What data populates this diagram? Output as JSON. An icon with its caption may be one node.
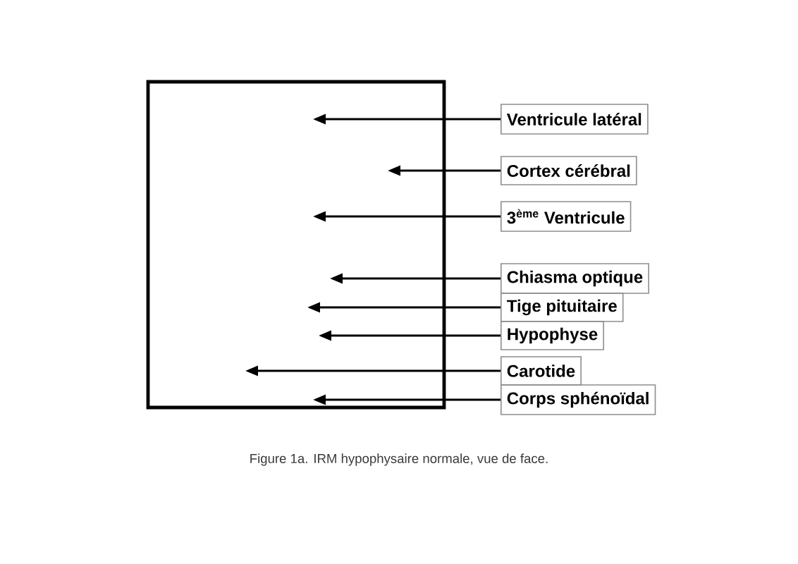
{
  "diagram": {
    "caption": "Figure 1a. IRM hypophysaire normale, vue de face.",
    "nodes": [
      {
        "text": [],
        "shape": "box"
      },
      {
        "text": [
          "Ventricule latéral"
        ]
      },
      {
        "text": [
          "Cortex cérébral"
        ]
      },
      {
        "text": [
          "3$^{ème}$ Ventricule"
        ]
      },
      {
        "text": [
          "Chiasma optique"
        ]
      },
      {
        "text": [
          "Tige pituitaire"
        ]
      },
      {
        "text": [
          "Hypophyse"
        ]
      },
      {
        "text": [
          "Carotide"
        ]
      },
      {
        "text": [
          "Corps sphénoïdal"
        ]
      }
    ],
    "edges": [
      {
        "from": 1,
        "to": 0,
        "arrow": "to"
      },
      {
        "from": 2,
        "to": 0,
        "arrow": "to"
      },
      {
        "from": 3,
        "to": 0,
        "arrow": "to"
      },
      {
        "from": 4,
        "to": 0,
        "arrow": "to"
      },
      {
        "from": 5,
        "to": 0,
        "arrow": "to"
      },
      {
        "from": 6,
        "to": 0,
        "arrow": "to"
      },
      {
        "from": 7,
        "to": 0,
        "arrow": "to"
      },
      {
        "from": 8,
        "to": 0,
        "arrow": "to"
      }
    ]
  }
}
